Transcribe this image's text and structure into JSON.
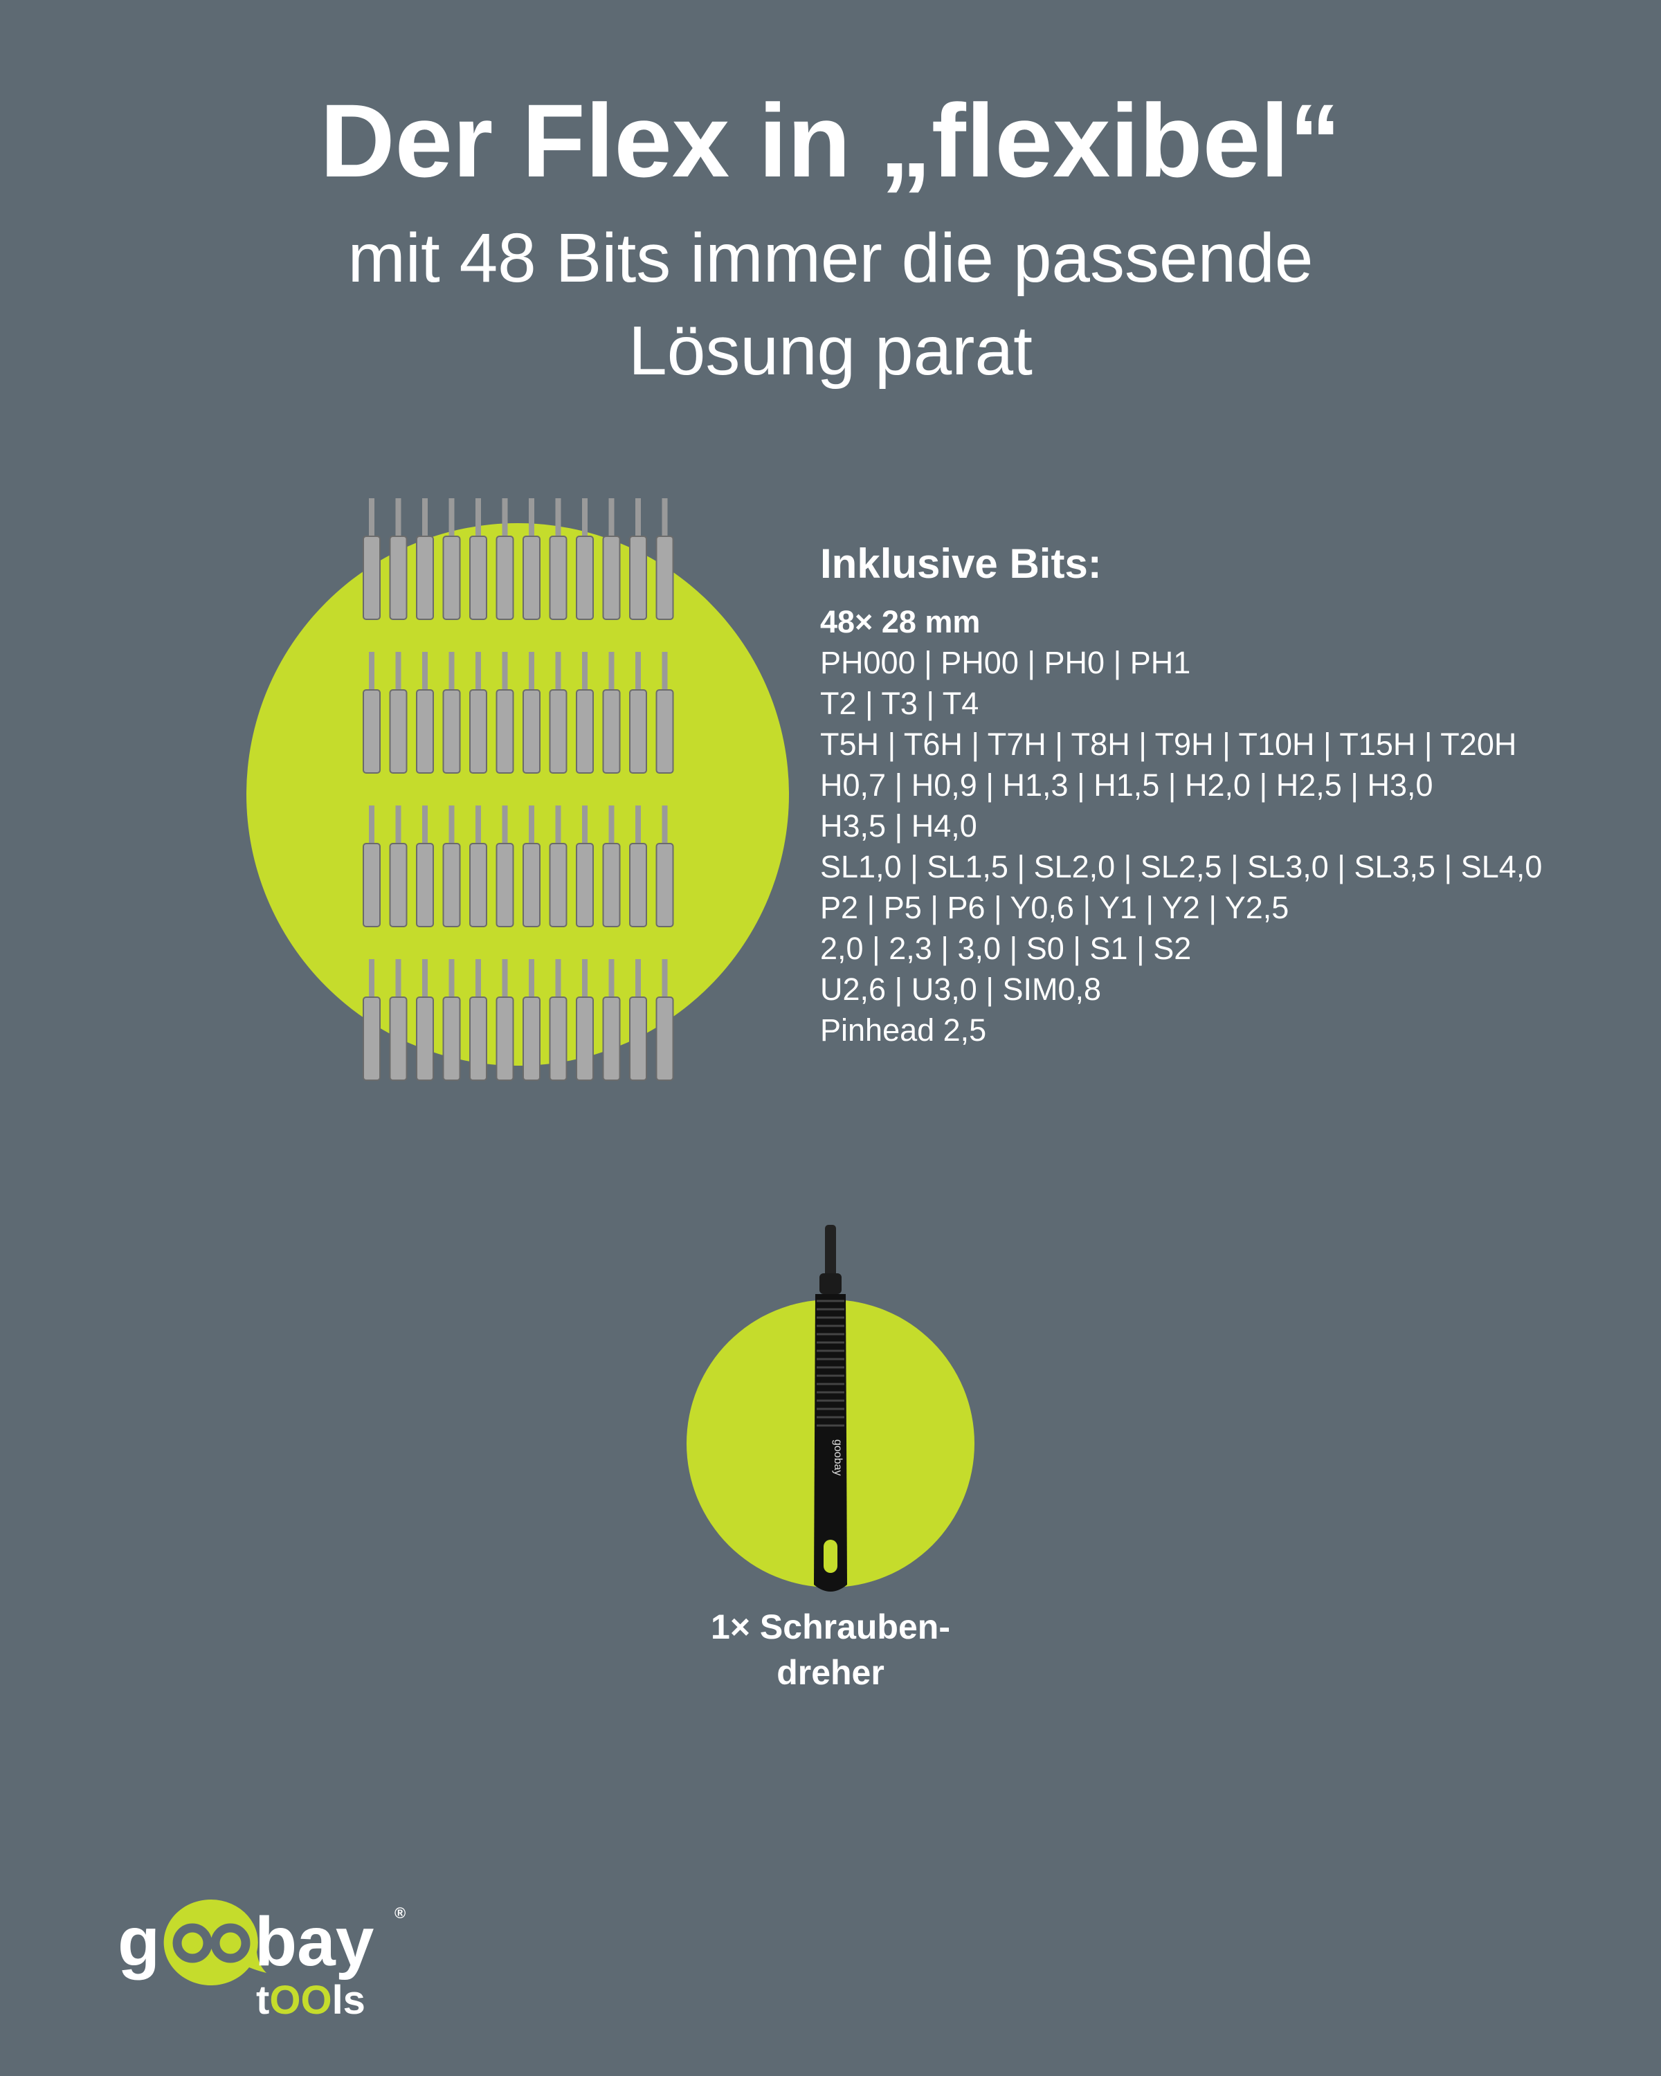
{
  "header": {
    "title": "Der Flex in „flexibel“",
    "subtitle_line1": "mit 48 Bits immer die passende",
    "subtitle_line2": "Lösung parat"
  },
  "colors": {
    "background": "#5e6a73",
    "accent": "#c5dc2c",
    "text": "#ffffff"
  },
  "bits_section": {
    "heading": "Inklusive Bits:",
    "count_line": "48× 28 mm",
    "lines": [
      "PH000 | PH00 | PH0 | PH1",
      "T2 | T3 | T4",
      "T5H | T6H | T7H | T8H | T9H | T10H | T15H | T20H",
      "H0,7 | H0,9 | H1,3 | H1,5 | H2,0 | H2,5 | H3,0",
      "H3,5 | H4,0",
      "SL1,0 | SL1,5 | SL2,0 | SL2,5 | SL3,0 | SL3,5 | SL4,0",
      "P2 | P5 | P6 | Y0,6 | Y1 | Y2 | Y2,5",
      "2,0 | 2,3 | 3,0 | S0 | S1 | S2",
      "U2,6 | U3,0 | SIM0,8",
      "Pinhead 2,5"
    ]
  },
  "screwdriver": {
    "caption_line1": "1× Schrauben-",
    "caption_line2": "dreher",
    "brand_print": "goobay"
  },
  "logo": {
    "brand": "goobay",
    "sub": "tOOls",
    "registered": "®"
  }
}
